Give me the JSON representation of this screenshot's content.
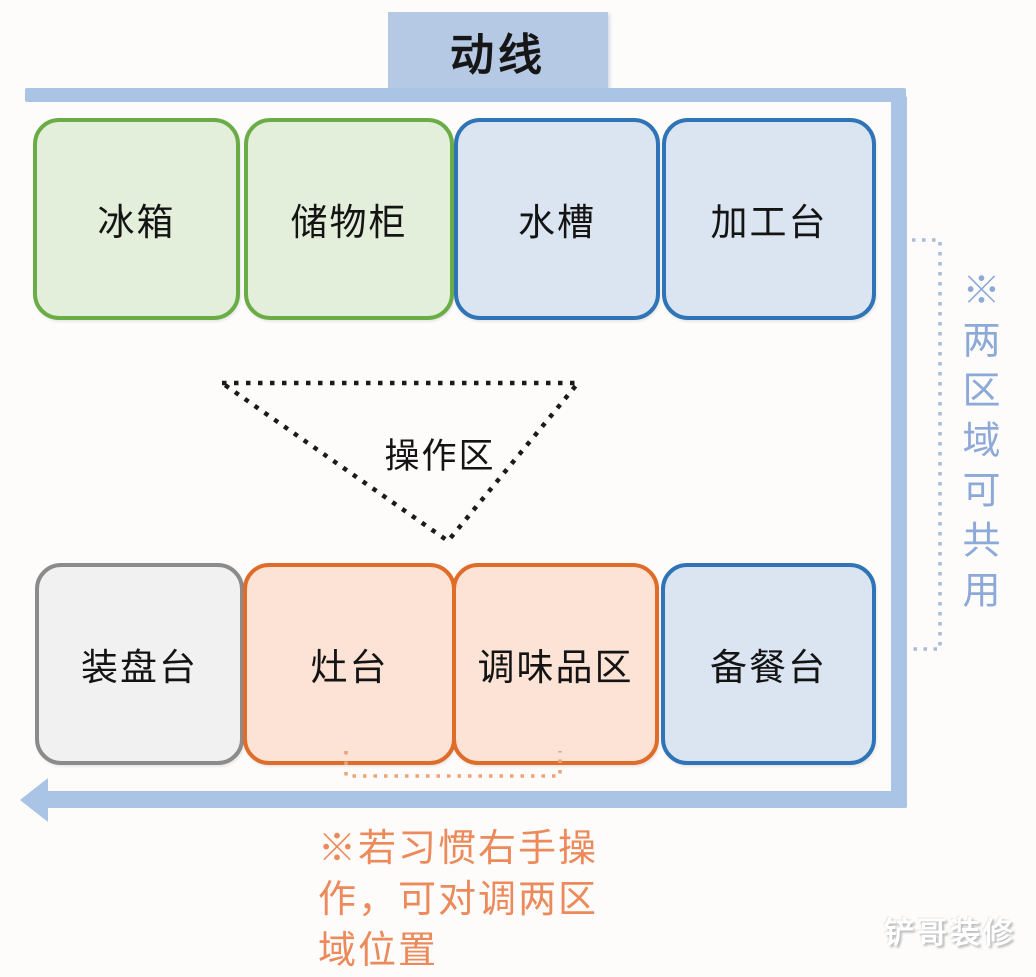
{
  "page": {
    "background": "#fdfcfb"
  },
  "flow": {
    "title": "动线",
    "frame_color": "#a9c4e4",
    "title_bg": "#b5c8e4"
  },
  "zones": {
    "top_row": [
      {
        "label": "冰箱",
        "bg": "#e3efda",
        "border": "#6aad47"
      },
      {
        "label": "储物柜",
        "bg": "#e3efda",
        "border": "#6aad47"
      },
      {
        "label": "水槽",
        "bg": "#dbe4f1",
        "border": "#2e74b6"
      },
      {
        "label": "加工台",
        "bg": "#dbe4f1",
        "border": "#2e74b6"
      }
    ],
    "bottom_row": [
      {
        "label": "装盘台",
        "bg": "#f1f1f1",
        "border": "#8b8b8b"
      },
      {
        "label": "灶台",
        "bg": "#fce3d5",
        "border": "#e06c2a"
      },
      {
        "label": "调味品区",
        "bg": "#fce3d5",
        "border": "#e06c2a"
      },
      {
        "label": "备餐台",
        "bg": "#dbe4f1",
        "border": "#2e74b6"
      }
    ]
  },
  "operation_zone": {
    "label": "操作区",
    "outline_color": "#1a1a1a"
  },
  "annotations": {
    "right_note": {
      "text": "※两区域可共用",
      "color": "#8ca9d8",
      "bracket_color": "#a8bcd8"
    },
    "bottom_note": {
      "text": "※若习惯右手操作，可对调两区域位置",
      "lines": [
        "※若习惯右手操",
        "作，可对调两区",
        "域位置"
      ],
      "color": "#ec8a5b",
      "bracket_color": "#f0a173"
    }
  },
  "watermark": {
    "text": "铲哥装修",
    "color": "#ffffff"
  }
}
